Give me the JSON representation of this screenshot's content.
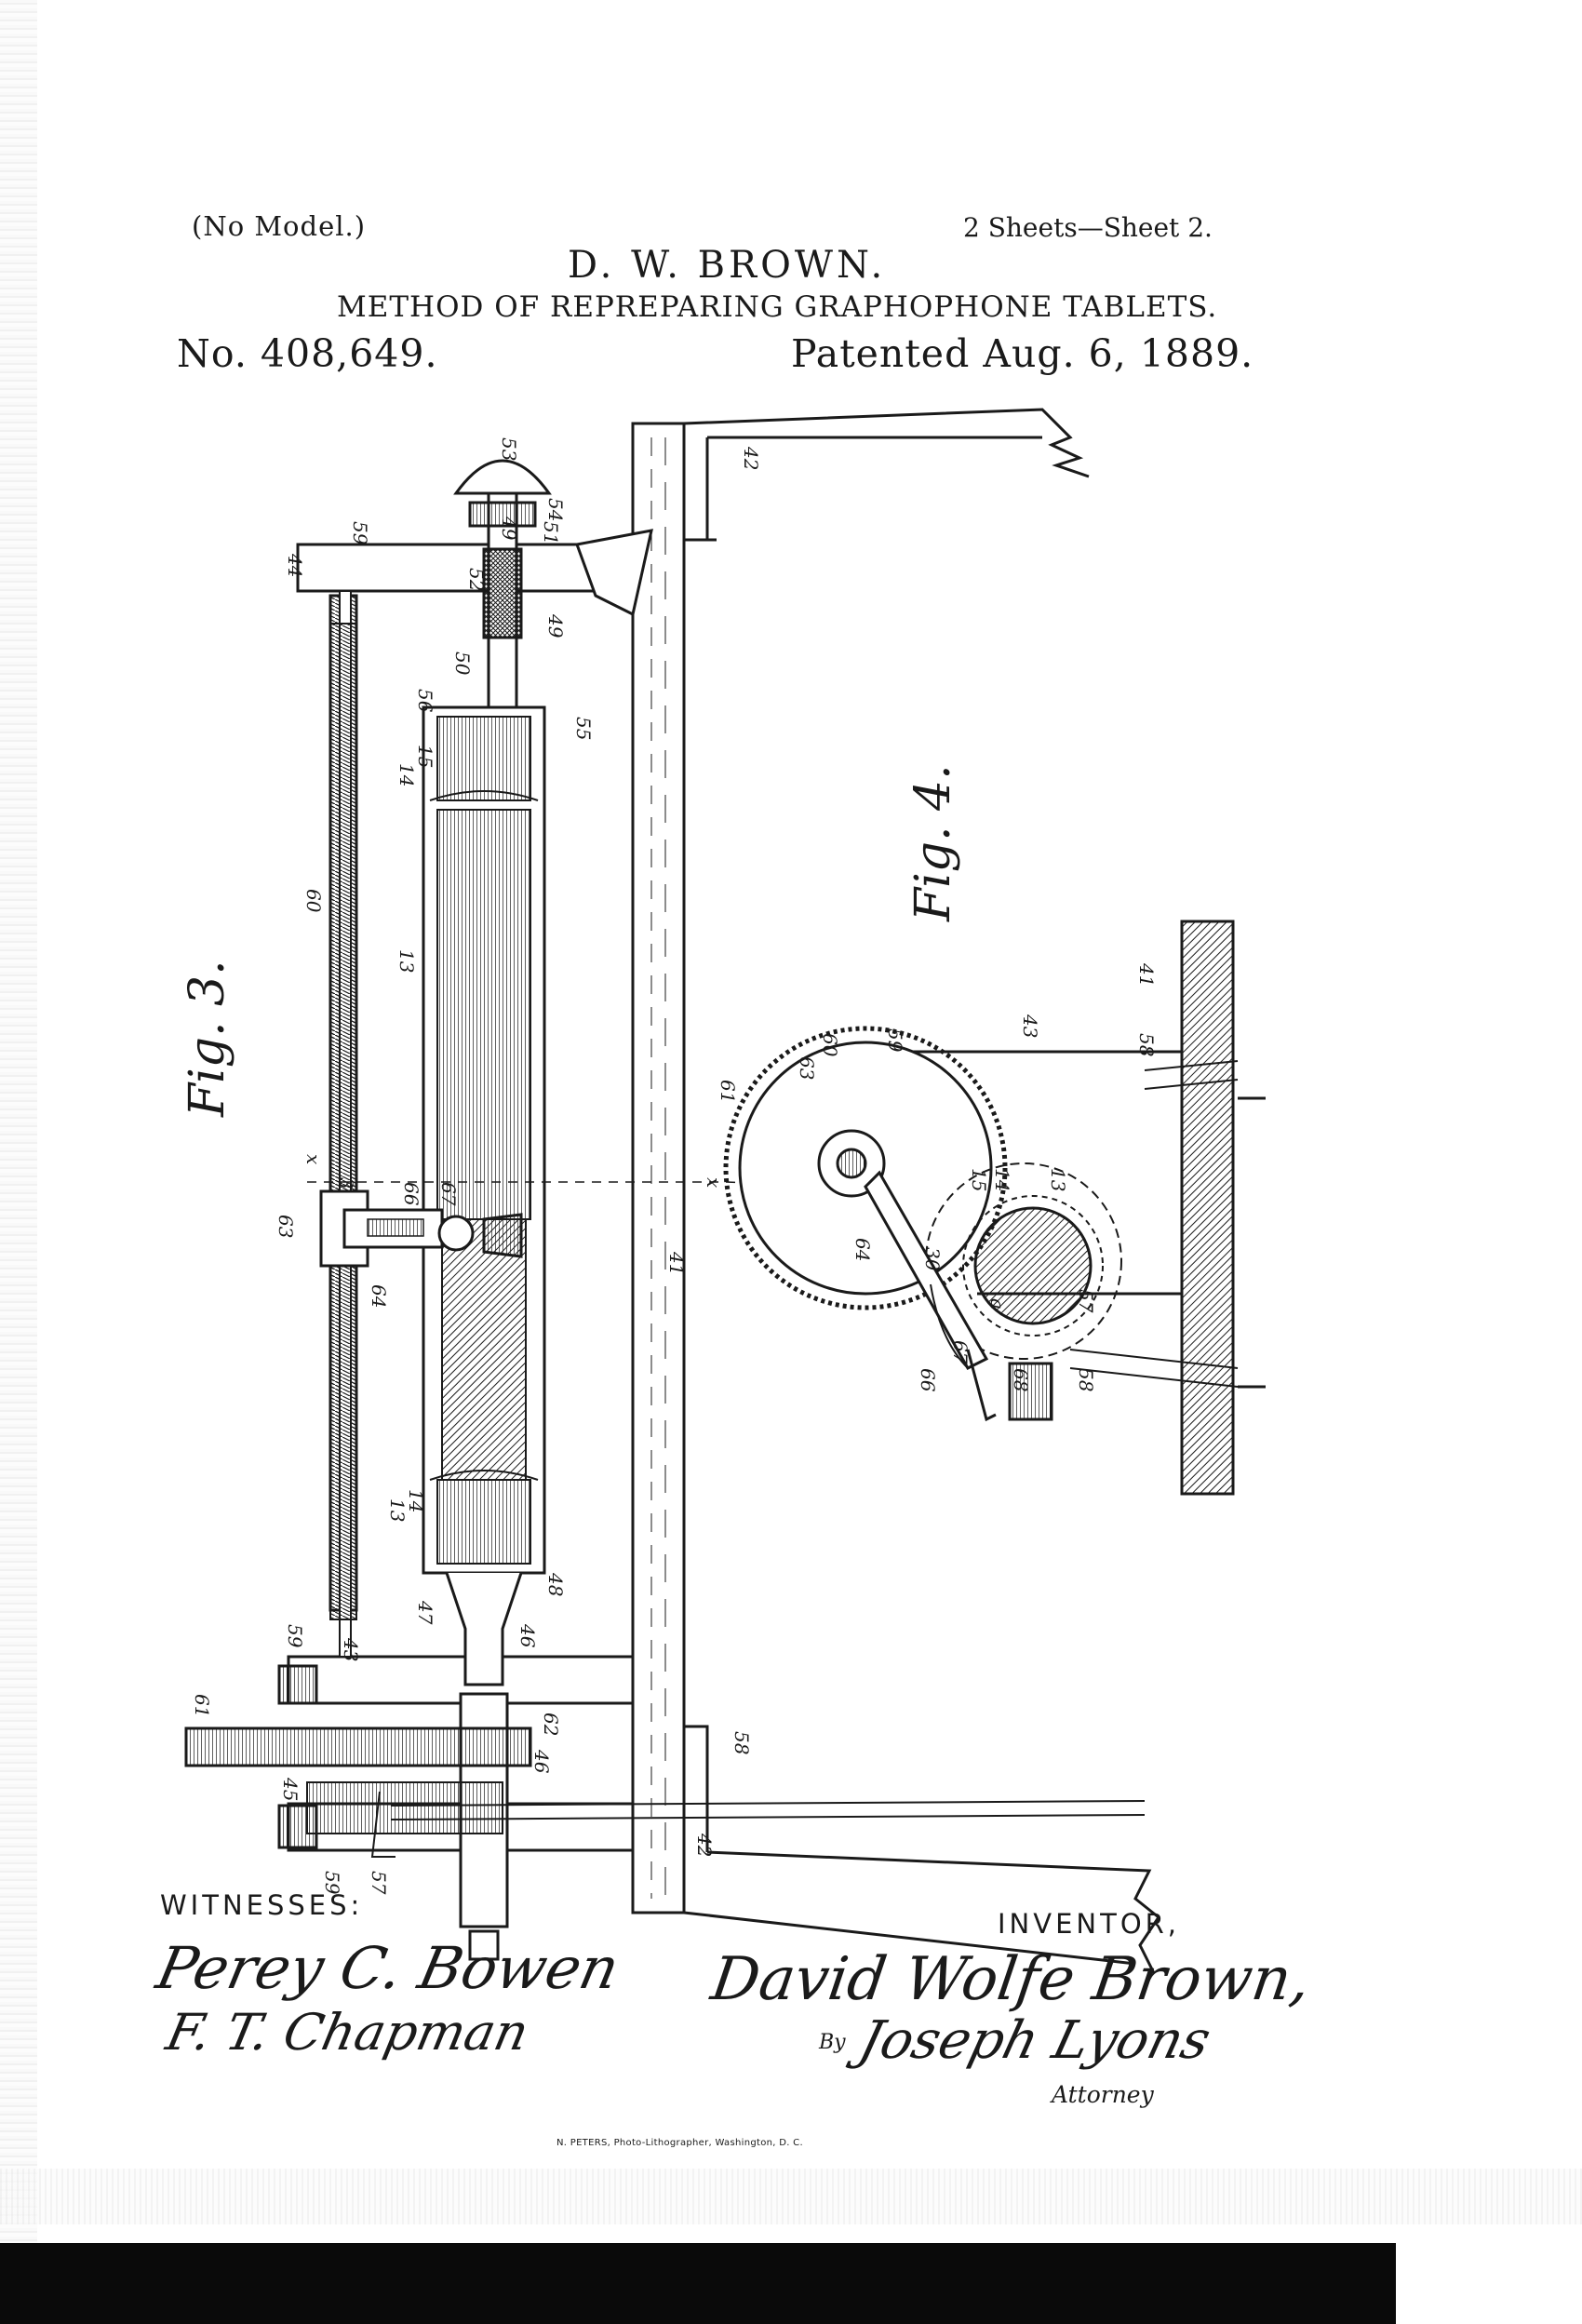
{
  "header": {
    "model": "(No Model.)",
    "sheets": "2 Sheets—Sheet 2.",
    "inventor": "D. W. BROWN.",
    "title": "METHOD OF REPREPARING GRAPHOPHONE TABLETS.",
    "patent_number": "No. 408,649.",
    "patent_date": "Patented Aug. 6, 1889."
  },
  "figures": {
    "fig3": "Fig. 3.",
    "fig4": "Fig. 4.",
    "fig3_labels": [
      "53",
      "42",
      "59",
      "44",
      "49",
      "51",
      "54",
      "52",
      "49",
      "50",
      "56",
      "55",
      "14",
      "15",
      "60",
      "13",
      "x",
      "3",
      "63",
      "66",
      "67",
      "64",
      "41",
      "14",
      "13",
      "48",
      "47",
      "46",
      "59",
      "43",
      "61",
      "62",
      "46",
      "58",
      "45",
      "57",
      "42",
      "59"
    ],
    "fig4_labels": [
      "41",
      "43",
      "58",
      "59",
      "60",
      "63",
      "61",
      "x",
      "64",
      "15",
      "14",
      "13",
      "30",
      "57",
      "a",
      "67",
      "66",
      "68",
      "58"
    ]
  },
  "signatures": {
    "witnesses_label": "WITNESSES:",
    "witness_1": "Perey C. Bowen",
    "witness_2": "F. T. Chapman",
    "inventor_label": "INVENTOR,",
    "inventor_signature": "David Wolfe Brown,",
    "by": "By",
    "attorney_signature": "Joseph Lyons",
    "attorney_label": "Attorney"
  },
  "footer": {
    "printer": "N. PETERS, Photo-Lithographer, Washington, D. C."
  },
  "colors": {
    "ink": "#1a1a1a",
    "paper": "#ffffff",
    "band": "#0a0a0a"
  }
}
